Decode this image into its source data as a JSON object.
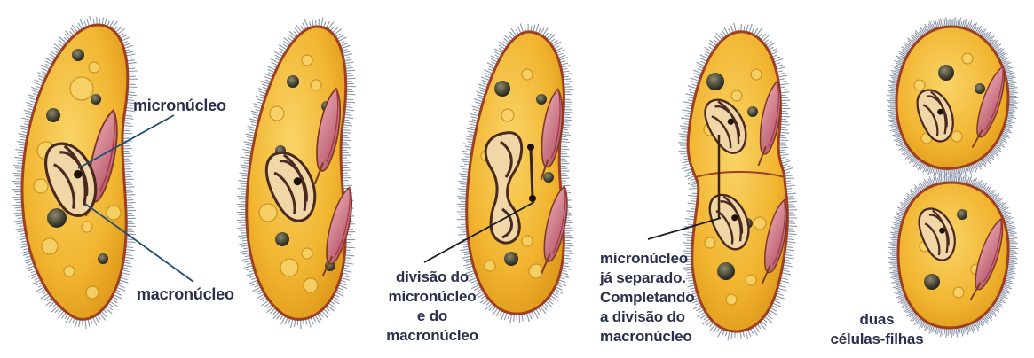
{
  "labels": {
    "micronucleo": "micronúcleo",
    "macronucleo": "macronúcleo",
    "divisao": "divisão do\nmicronúcleo\ne do\nmacronúcleo",
    "separado": "micronúcleo\njá separado.\nCompletando\na divisão do\nmacronúcleo",
    "duas": "duas\ncélulas-filhas"
  },
  "colors": {
    "cytoplasm": "#f2b633",
    "cytoplasm_light": "#f8ce5a",
    "membrane": "#9c3f22",
    "cilia": "#7d8ba0",
    "vacuole": "#c66e7e",
    "nucleus": "#4a2a1e",
    "pointer": "#1f4f73",
    "label": "#2a2f4e"
  }
}
